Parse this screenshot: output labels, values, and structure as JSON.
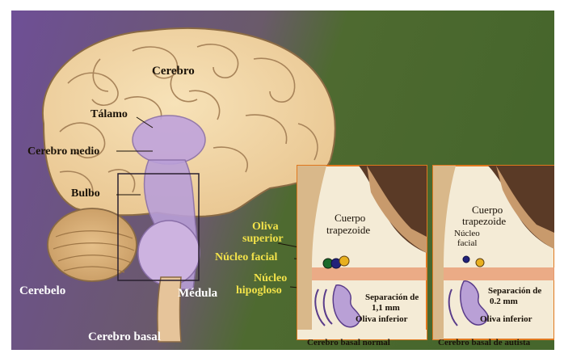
{
  "labels": {
    "cerebro": "Cerebro",
    "talamo": "Tálamo",
    "cerebro_medio": "Cerebro medio",
    "bulbo": "Bulbo",
    "cerebelo": "Cerebelo",
    "medula": "Médula",
    "cerebro_basal": "Cerebro basal",
    "oliva_superior_1": "Oliva",
    "oliva_superior_2": "superior",
    "nucleo_facial": "Núcleo facial",
    "nucleo_hipogloso_1": "Núcleo",
    "nucleo_hipogloso_2": "hipogloso"
  },
  "panel_normal": {
    "cuerpo_trapezoide_1": "Cuerpo",
    "cuerpo_trapezoide_2": "trapezoide",
    "separacion_1": "Separación de",
    "separacion_2": "1,1 mm",
    "oliva_inferior": "Oliva inferior",
    "caption": "Cerebro basal normal"
  },
  "panel_autista": {
    "cuerpo_trapezoide_1": "Cuerpo",
    "cuerpo_trapezoide_2": "trapezoide",
    "nucleo_facial_1": "Núcleo",
    "nucleo_facial_2": "facial",
    "separacion_1": "Separación de",
    "separacion_2": "0.2 mm",
    "oliva_inferior": "Oliva inferior",
    "caption": "Cerebro basal de autista"
  },
  "colors": {
    "bg_purple": "#7a5a9e",
    "bg_green": "#4d6a2e",
    "brain": "#f2d7a8",
    "brainstem_highlight": "#b59ad6",
    "label_yellow": "#f2e24a",
    "panel_border": "#e0781e"
  }
}
